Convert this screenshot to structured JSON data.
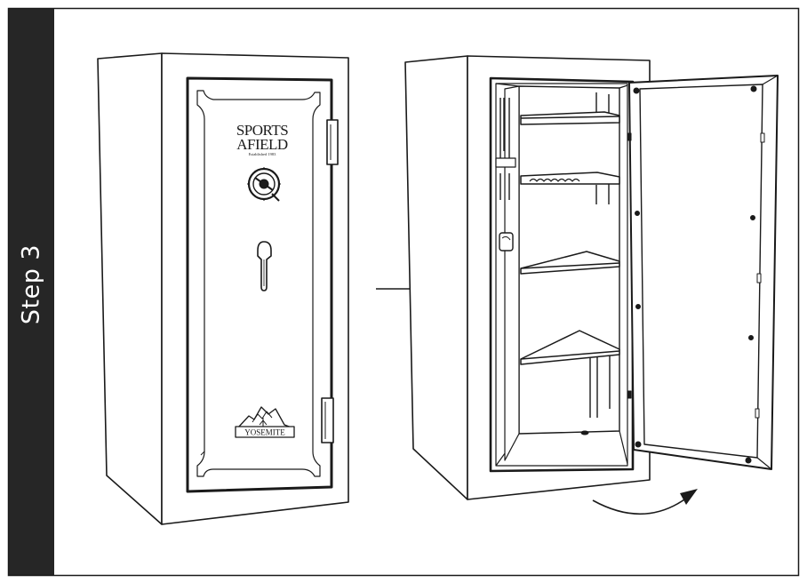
{
  "sidebar": {
    "step_label": "Step 3"
  },
  "safe_closed": {
    "brand_line1": "SPORTS",
    "brand_line2": "AFIELD",
    "brand_tagline": "Established 1983",
    "model_logo": "YOSEMITE"
  },
  "colors": {
    "sidebar_bg": "#262626",
    "line": "#1a1a1a",
    "background": "#ffffff"
  },
  "icons": {
    "direction_arrow": "arrow-right-icon",
    "door_swing_arrow": "curved-arrow-icon"
  }
}
